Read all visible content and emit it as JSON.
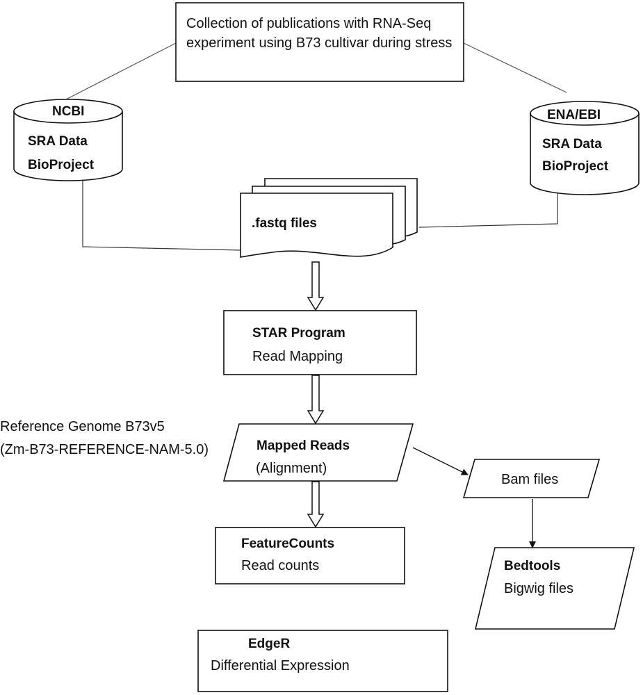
{
  "nodes": {
    "collection": {
      "text": "Collection of publications with RNA-Seq experiment using B73 cultivar during stress"
    },
    "ncbi": {
      "title": "NCBI",
      "line1": "SRA Data",
      "line2": "BioProject",
      "shape": "database-cylinder"
    },
    "ena": {
      "title": "ENA/EBI",
      "line1": "SRA Data",
      "line2": "BioProject",
      "shape": "database-cylinder"
    },
    "fastq": {
      "label": ".fastq files",
      "shape": "multi-document"
    },
    "star": {
      "title": "STAR Program",
      "subtitle": "Read Mapping",
      "shape": "rectangle"
    },
    "reference": {
      "line1": "Reference Genome B73v5",
      "line2": "(Zm-B73-REFERENCE-NAM-5.0)"
    },
    "mapped": {
      "title": "Mapped Reads",
      "subtitle": "(Alignment)",
      "shape": "parallelogram"
    },
    "bam": {
      "label": "Bam files",
      "shape": "parallelogram"
    },
    "featurecounts": {
      "title": "FeatureCounts",
      "subtitle": "Read counts",
      "shape": "rectangle"
    },
    "bedtools": {
      "title": "Bedtools",
      "subtitle": "Bigwig files",
      "shape": "parallelogram"
    },
    "edger": {
      "title": "EdgeR",
      "subtitle": "Differential Expression",
      "shape": "rectangle"
    }
  },
  "edges": [
    {
      "from": "collection",
      "to": "ncbi",
      "style": "line"
    },
    {
      "from": "collection",
      "to": "ena",
      "style": "line"
    },
    {
      "from": "ncbi",
      "to": "fastq",
      "style": "line"
    },
    {
      "from": "ena",
      "to": "fastq",
      "style": "line"
    },
    {
      "from": "fastq",
      "to": "star",
      "style": "block-arrow"
    },
    {
      "from": "star",
      "to": "mapped",
      "style": "block-arrow"
    },
    {
      "from": "mapped",
      "to": "featurecounts",
      "style": "block-arrow"
    },
    {
      "from": "mapped",
      "to": "bam",
      "style": "arrow"
    },
    {
      "from": "bam",
      "to": "bedtools",
      "style": "arrow"
    }
  ],
  "colors": {
    "stroke": "#111111",
    "fill": "#ffffff",
    "text": "#111111"
  }
}
